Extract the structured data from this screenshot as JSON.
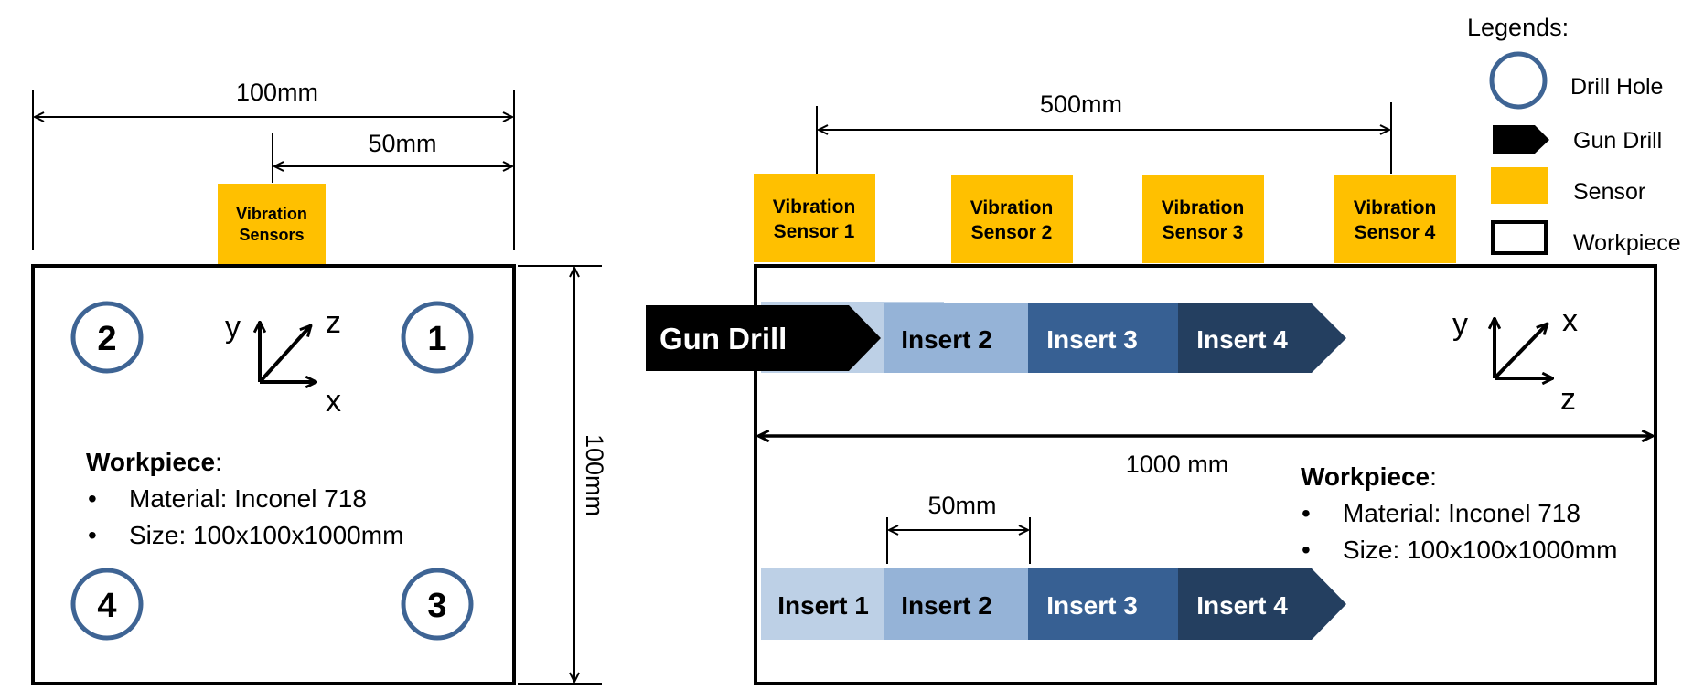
{
  "colors": {
    "sensor": "#FFC000",
    "hole_ring": "#3E6494",
    "insert1": "#BDD0E6",
    "insert2": "#95B3D7",
    "insert3": "#376093",
    "insert4": "#243F60",
    "drill": "#000000"
  },
  "left_view": {
    "width_label": "100mm",
    "offset_label": "50mm",
    "height_label": "100mm",
    "sensor_line1": "Vibration",
    "sensor_line2": "Sensors",
    "holes": [
      "2",
      "1",
      "4",
      "3"
    ],
    "axes": {
      "vertical": "y",
      "diagonal": "z",
      "horizontal": "x"
    },
    "workpiece": {
      "title": "Workpiece",
      "colon": ":",
      "material": "Material: Inconel 718",
      "size": "Size: 100x100x1000mm"
    }
  },
  "right_view": {
    "span_label": "500mm",
    "length_label": "1000 mm",
    "insert_offset_label": "50mm",
    "sensors": [
      {
        "line1": "Vibration",
        "line2": "Sensor 1"
      },
      {
        "line1": "Vibration",
        "line2": "Sensor 2"
      },
      {
        "line1": "Vibration",
        "line2": "Sensor 3"
      },
      {
        "line1": "Vibration",
        "line2": "Sensor 4"
      }
    ],
    "drill_label": "Gun Drill",
    "top_inserts": [
      "Insert 2",
      "Insert 3",
      "Insert 4"
    ],
    "bottom_inserts": [
      "Insert 1",
      "Insert 2",
      "Insert 3",
      "Insert 4"
    ],
    "axes": {
      "vertical": "y",
      "diagonal": "x",
      "horizontal": "z"
    },
    "workpiece": {
      "title": "Workpiece",
      "colon": ":",
      "material": "Material: Inconel 718",
      "size": "Size: 100x100x1000mm"
    }
  },
  "legend": {
    "title": "Legends:",
    "items": [
      "Drill Hole",
      "Gun Drill",
      "Sensor",
      "Workpiece"
    ]
  },
  "bullet": "•"
}
